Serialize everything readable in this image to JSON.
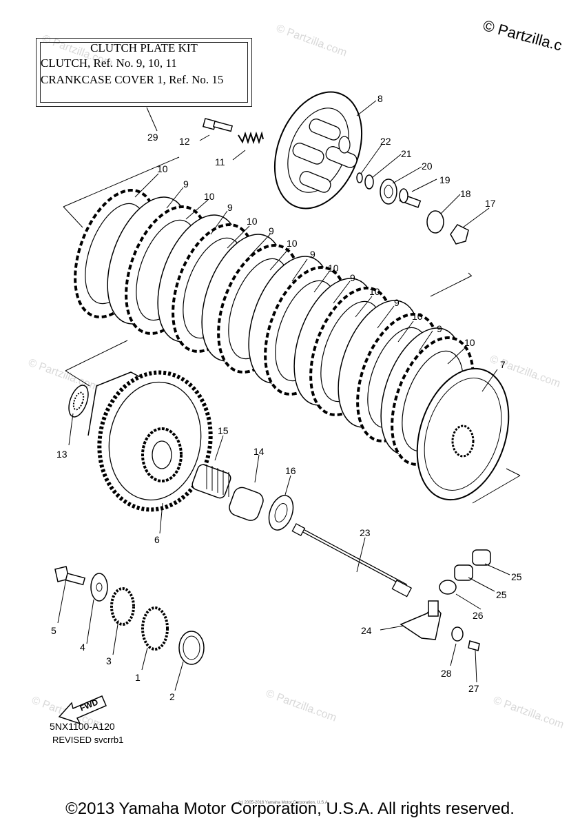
{
  "kit_box": {
    "title": "CLUTCH PLATE KIT",
    "line1": "CLUTCH, Ref. No. 9, 10, 11",
    "line2": "CRANKCASE COVER 1, Ref. No. 15"
  },
  "watermark": "© Partzilla.c",
  "faint_watermark": "© Partzilla.com",
  "drawing_id": "5NX1100-A120",
  "revised": "REVISED svcrrb1",
  "fwd_label": "FWD",
  "copyright": "©2013 Yamaha Motor Corporation, U.S.A. All rights reserved.",
  "tiny_copyright": "(c) 2005-2016 Yamaha Motor Corporation, U.S.A.",
  "callouts": [
    "1",
    "2",
    "3",
    "4",
    "5",
    "6",
    "7",
    "8",
    "9",
    "10",
    "11",
    "12",
    "13",
    "14",
    "15",
    "16",
    "17",
    "18",
    "19",
    "20",
    "21",
    "22",
    "23",
    "24",
    "25",
    "26",
    "27",
    "28",
    "29"
  ]
}
